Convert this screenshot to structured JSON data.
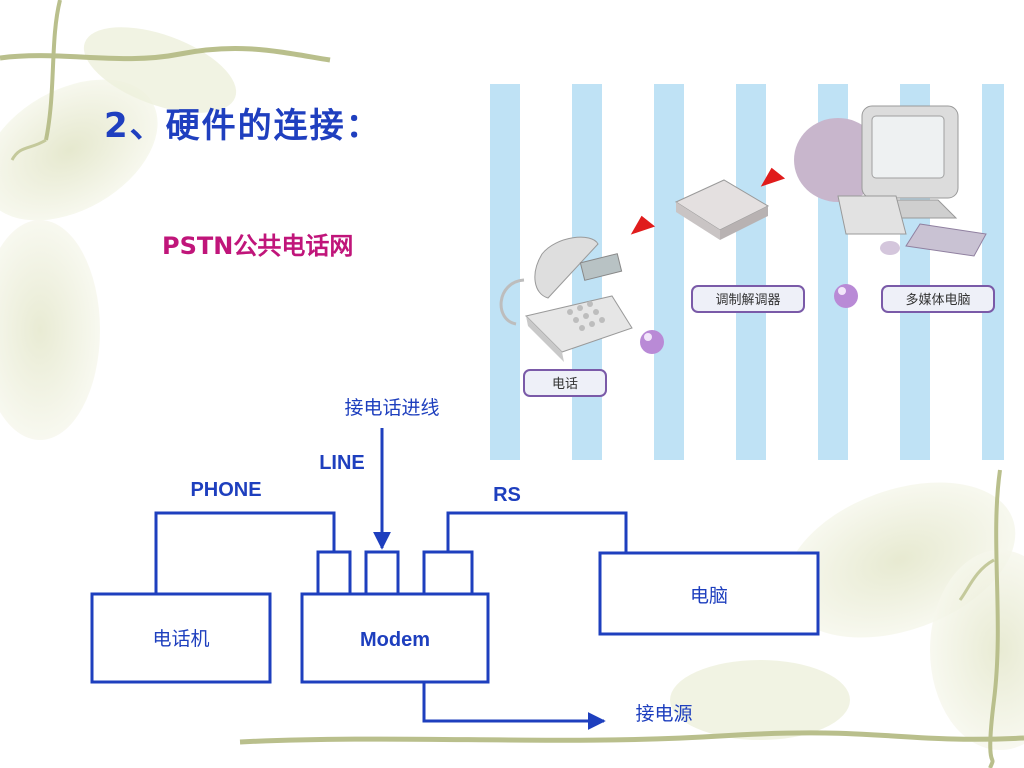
{
  "slide": {
    "title": "2、硬件的连接：",
    "subtitle": "PSTN公共电话网"
  },
  "photo": {
    "tag_phone": "电话",
    "tag_modem": "调制解调器",
    "tag_pc": "多媒体电脑"
  },
  "diagram": {
    "incoming_line": "接电话进线",
    "line_port": "LINE",
    "phone_port": "PHONE",
    "rs_port": "RS",
    "telephone": "电话机",
    "modem": "Modem",
    "computer": "电脑",
    "power": "接电源"
  },
  "colors": {
    "title": "#1f3fbf",
    "subtitle": "#c0157a",
    "diagram": "#1e3fbe",
    "stripe": "#bfe2f5"
  }
}
